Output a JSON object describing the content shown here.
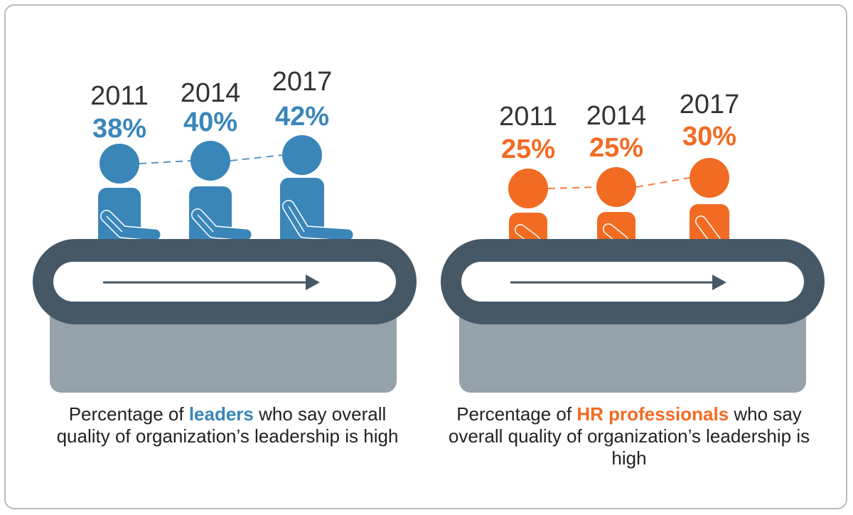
{
  "colors": {
    "leaders": "#3a86b9",
    "hr": "#f26b23",
    "belt": "#465866",
    "desk": "#96a2aa",
    "year_text": "#333333"
  },
  "chart_data": [
    {
      "type": "scatter",
      "series": [
        {
          "name": "leaders",
          "x": [
            "2011",
            "2014",
            "2017"
          ],
          "values": [
            38,
            40,
            42
          ],
          "labels": [
            "38%",
            "40%",
            "42%"
          ]
        }
      ]
    },
    {
      "type": "scatter",
      "series": [
        {
          "name": "HR professionals",
          "x": [
            "2011",
            "2014",
            "2017"
          ],
          "values": [
            25,
            25,
            30
          ],
          "labels": [
            "25%",
            "25%",
            "30%"
          ]
        }
      ]
    }
  ],
  "captions": {
    "left": {
      "pre": "Percentage of ",
      "highlight": "leaders",
      "post": " who say overall quality of organization’s leadership is high"
    },
    "right": {
      "pre": "Percentage of ",
      "highlight": "HR professionals",
      "post": " who say overall quality of organization’s leadership is high"
    }
  },
  "icons": [
    "person-icon",
    "conveyor-belt",
    "arrow-right-icon"
  ]
}
